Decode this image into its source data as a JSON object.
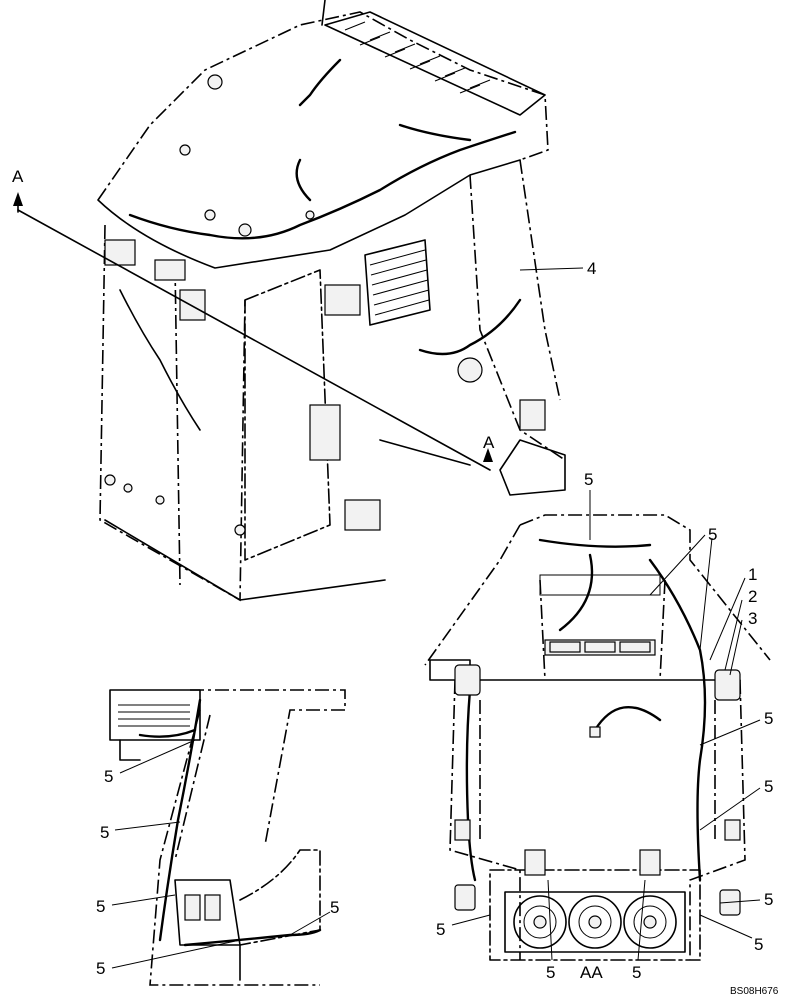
{
  "section_marks": {
    "a_top": "A",
    "a_bottom": "A",
    "aa": "AA"
  },
  "callouts": {
    "c1": "1",
    "c2": "2",
    "c3": "3",
    "c4": "4",
    "c5_top": "5",
    "c5_right_a": "5",
    "c5_right_b": "5",
    "c5_right_c": "5",
    "c5_right_d": "5",
    "c5_right_e": "5",
    "c5_bottom_a": "5",
    "c5_bottom_b": "5",
    "c5_bottom_c": "5",
    "c5_left_a": "5",
    "c5_left_b": "5",
    "c5_left_c": "5",
    "c5_left_d": "5",
    "c5_left_e": "5"
  },
  "reference": "BS08H676"
}
